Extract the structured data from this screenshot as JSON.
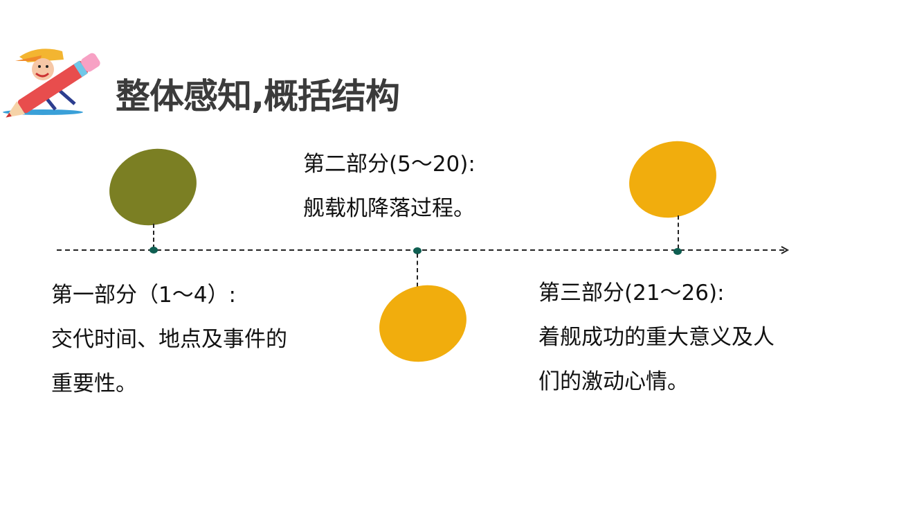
{
  "header": {
    "title": "整体感知,概括结构",
    "mascot_icon": "boy-with-pencil-icon"
  },
  "timeline": {
    "colors": {
      "olive": "#7b7f23",
      "amber": "#f1ad0d",
      "dot": "#0f5f52",
      "line": "#222222"
    },
    "parts": [
      {
        "heading": "第一部分（1～4）:",
        "lines": [
          "交代时间、地点及事件的",
          "重要性。"
        ]
      },
      {
        "heading": "第二部分(5～20):",
        "lines": [
          "舰载机降落过程。"
        ]
      },
      {
        "heading": "第三部分(21～26):",
        "lines": [
          "着舰成功的重大意义及人",
          "们的激动心情。"
        ]
      }
    ]
  }
}
